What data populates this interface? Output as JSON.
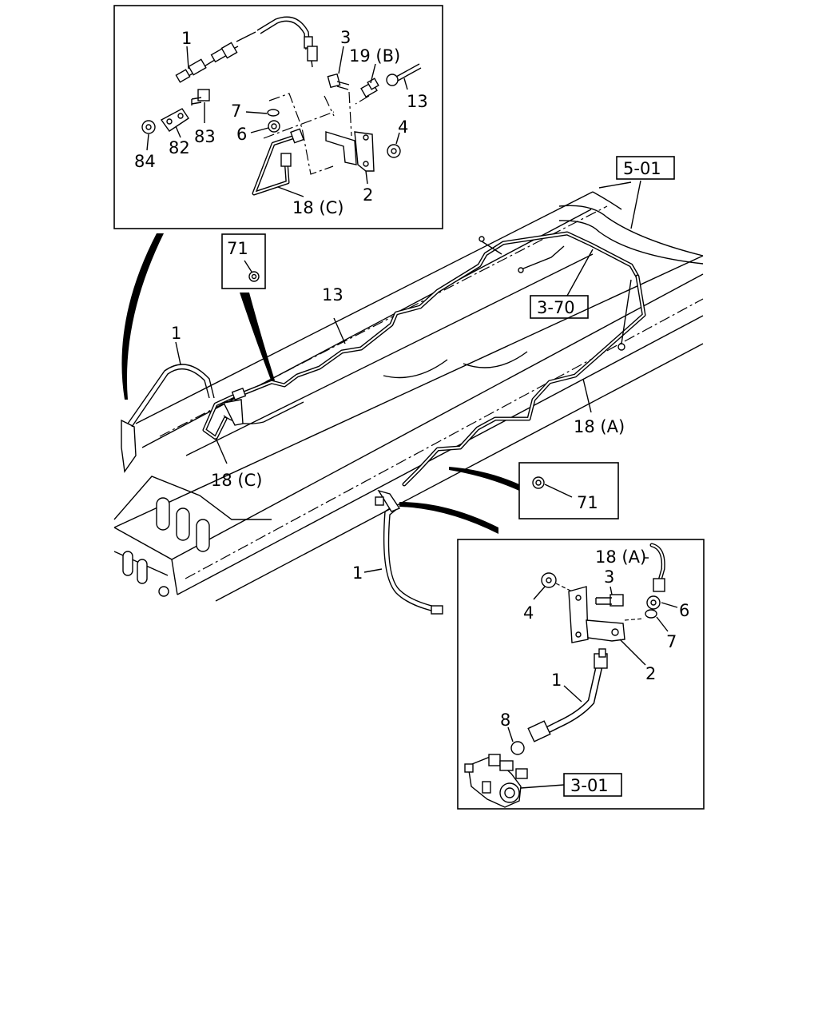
{
  "top_inset": {
    "callouts": [
      "1",
      "3",
      "19 (B)",
      "13",
      "7",
      "6",
      "4",
      "84",
      "82",
      "83",
      "18 (C)",
      "2"
    ]
  },
  "main_view": {
    "ref_5_01": "5-01",
    "ref_3_70": "3-70",
    "callout_71_box": "71",
    "callout_13": "13",
    "callout_1_left": "1",
    "callout_18C": "18 (C)",
    "callout_18A": "18 (A)",
    "callout_1_lower": "1",
    "callout_71_lower": "71"
  },
  "bottom_inset": {
    "callouts": [
      "18 (A)",
      "3",
      "4",
      "6",
      "7",
      "2",
      "1",
      "8"
    ],
    "ref_3_01": "3-01"
  }
}
